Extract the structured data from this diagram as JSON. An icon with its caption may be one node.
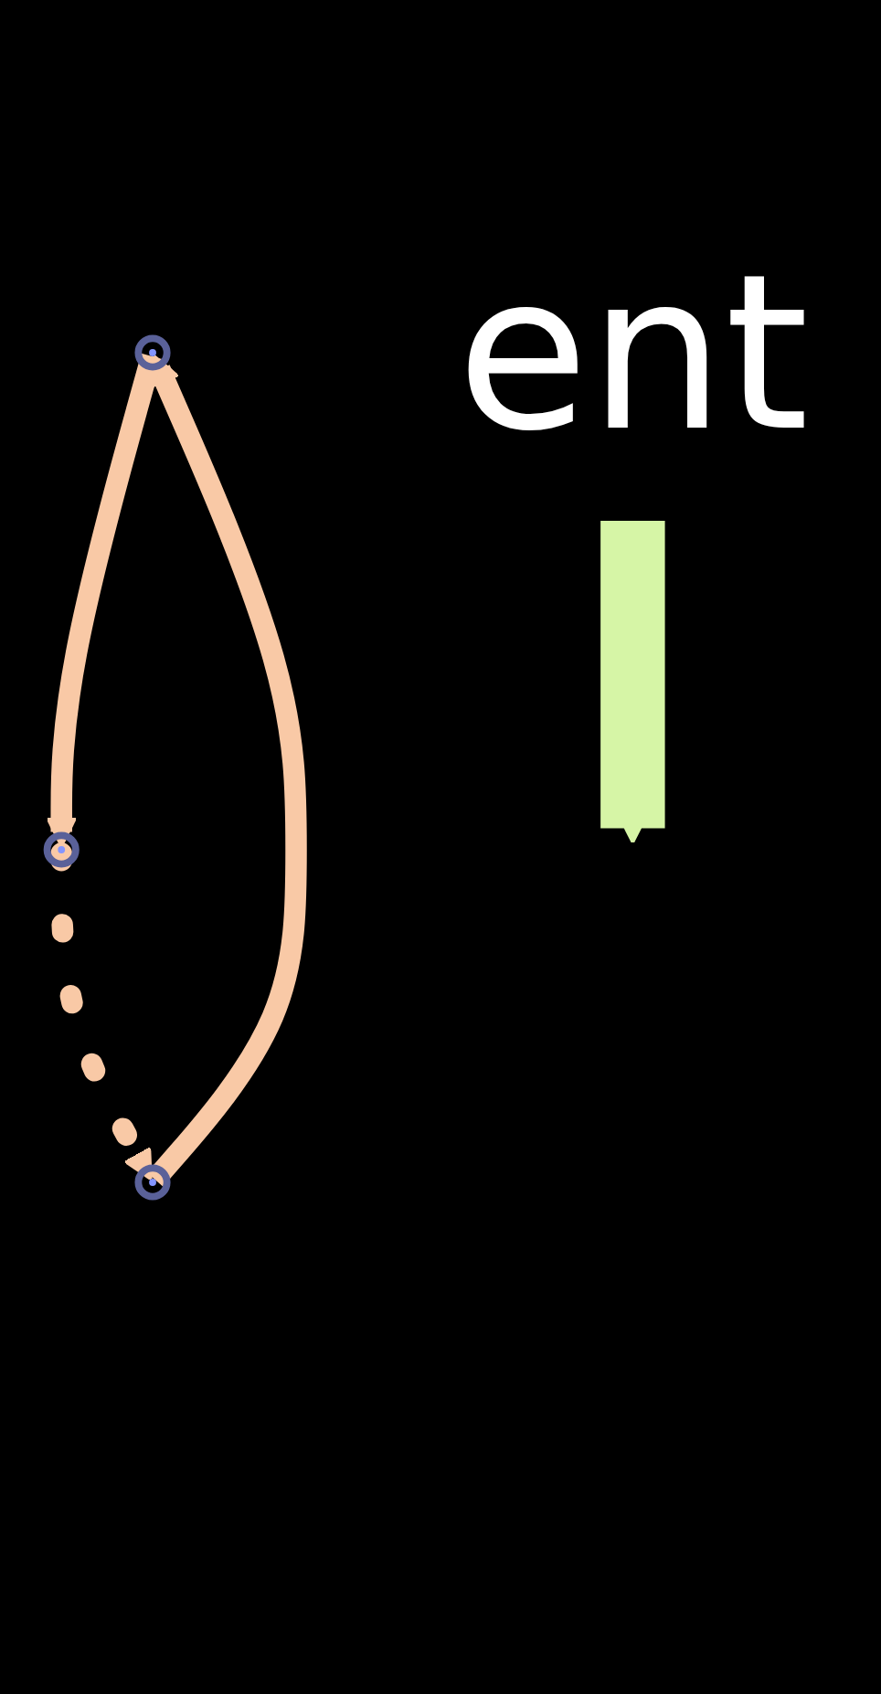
{
  "diagram": {
    "nodes": [
      {
        "text": [],
        "shape": "circle"
      },
      {
        "text": [],
        "shape": "circle"
      },
      {
        "text": [],
        "shape": "circle"
      },
      {
        "text": [
          "ent"
        ]
      }
    ],
    "edges": [
      {
        "from": 2,
        "to": 0,
        "arrow": "to",
        "color": "#f9c9a6"
      },
      {
        "from": 0,
        "to": 1,
        "arrow": "to",
        "color": "#f9c9a6"
      },
      {
        "from": 1,
        "to": 2,
        "arrow": "to",
        "style": "dashed",
        "color": "#f9c9a6"
      },
      {
        "from": 3,
        "to": null,
        "arrow": "to",
        "style": "thick",
        "color": "#d6f5a6"
      }
    ]
  }
}
